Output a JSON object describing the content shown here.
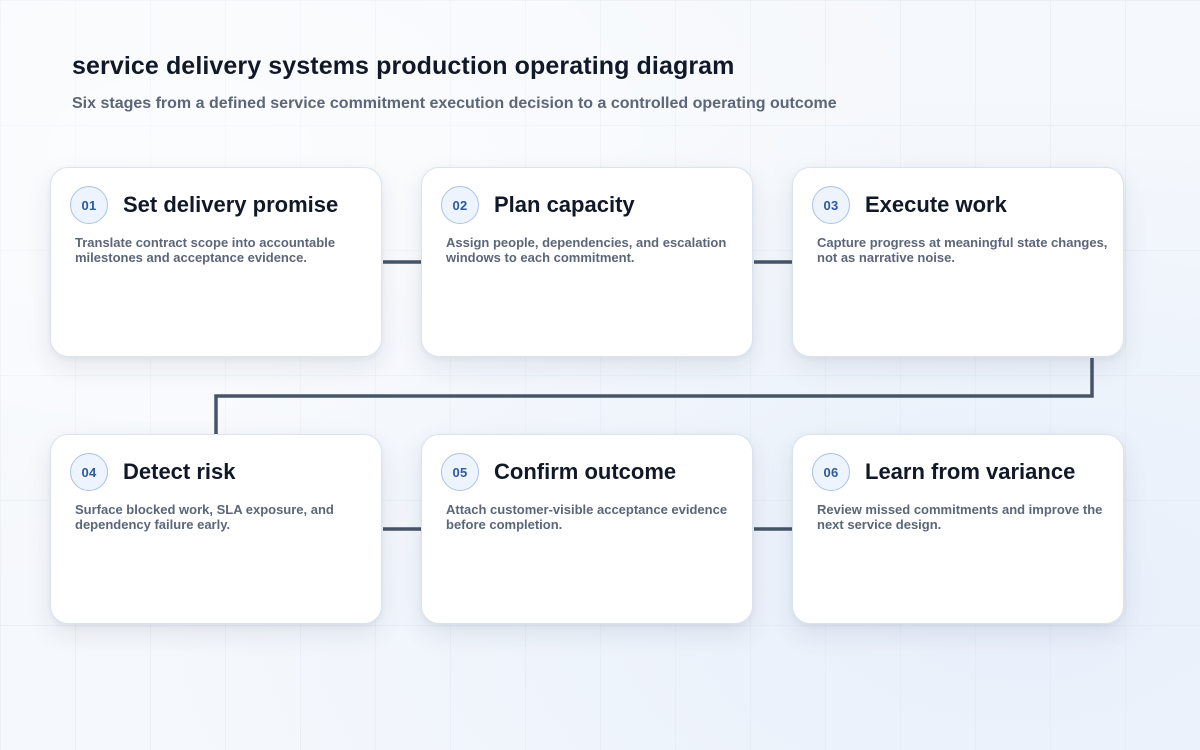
{
  "diagram": {
    "title": "service delivery systems production operating diagram",
    "subtitle": "Six stages from a defined service commitment execution decision to a controlled operating outcome"
  },
  "stages": [
    {
      "number": "01",
      "title": "Set delivery promise",
      "description": "Translate contract scope into accountable milestones and acceptance evidence."
    },
    {
      "number": "02",
      "title": "Plan capacity",
      "description": "Assign people, dependencies, and escalation windows to each commitment."
    },
    {
      "number": "03",
      "title": "Execute work",
      "description": "Capture progress at meaningful state changes, not as narrative noise."
    },
    {
      "number": "04",
      "title": "Detect risk",
      "description": "Surface blocked work, SLA exposure, and dependency failure early."
    },
    {
      "number": "05",
      "title": "Confirm outcome",
      "description": "Attach customer-visible acceptance evidence before completion."
    },
    {
      "number": "06",
      "title": "Learn from variance",
      "description": "Review missed commitments and improve the next service design."
    }
  ],
  "colors": {
    "connector": "#475569",
    "badge_text": "#2c5aa0",
    "badge_border": "#a9c3ea",
    "title_text": "#111827",
    "body_text": "#5b6678"
  }
}
